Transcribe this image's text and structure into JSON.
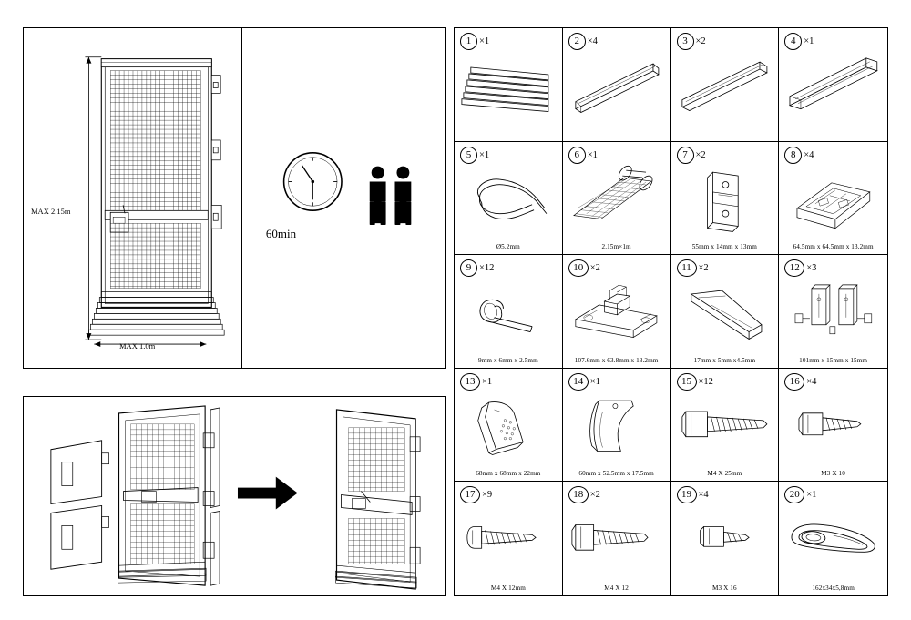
{
  "left": {
    "dimension_panel": {
      "max_height_label": "MAX 2.15m",
      "max_width_label": "MAX 1.0m"
    },
    "time_panel": {
      "duration_label": "60min",
      "people_icon": "two-person-icon",
      "clock_icon": "clock-icon"
    },
    "assembly_panel": {
      "arrow_icon": "right-arrow-icon"
    }
  },
  "parts": [
    {
      "num": "1",
      "qty": "×1",
      "caption": "",
      "art": "slat-stack"
    },
    {
      "num": "2",
      "qty": "×4",
      "caption": "",
      "art": "bar-long"
    },
    {
      "num": "3",
      "qty": "×2",
      "caption": "",
      "art": "angle-bar"
    },
    {
      "num": "4",
      "qty": "×1",
      "caption": "",
      "art": "u-channel"
    },
    {
      "num": "5",
      "qty": "×1",
      "caption": "Ø5.2mm",
      "art": "cable-coil"
    },
    {
      "num": "6",
      "qty": "×1",
      "caption": "2.15m×1m",
      "art": "mesh-roll"
    },
    {
      "num": "7",
      "qty": "×2",
      "caption": "55mm x 14mm x 13mm",
      "art": "latch-plate"
    },
    {
      "num": "8",
      "qty": "×4",
      "caption": "64.5mm x 64.5mm x 13.2mm",
      "art": "bracket-box"
    },
    {
      "num": "9",
      "qty": "×12",
      "caption": "9mm x 6mm x 2.5mm",
      "art": "clip-hook"
    },
    {
      "num": "10",
      "qty": "×2",
      "caption": "107.6mm x 63.8mm x 13.2mm",
      "art": "hinge-plate"
    },
    {
      "num": "11",
      "qty": "×2",
      "caption": "17mm x 5mm x4.5mm",
      "art": "angle-corner"
    },
    {
      "num": "12",
      "qty": "×3",
      "caption": "101mm x 15mm x 15mm",
      "art": "lock-parts"
    },
    {
      "num": "13",
      "qty": "×1",
      "caption": "68mm x 68mm x 22mm",
      "art": "corner-block"
    },
    {
      "num": "14",
      "qty": "×1",
      "caption": "60mm x 52.5mm x 17.5mm",
      "art": "handle-curve"
    },
    {
      "num": "15",
      "qty": "×12",
      "caption": "M4 X 25mm",
      "art": "screw-flat-long"
    },
    {
      "num": "16",
      "qty": "×4",
      "caption": "M3 X 10",
      "art": "screw-short"
    },
    {
      "num": "17",
      "qty": "×9",
      "caption": "M4 X 12mm",
      "art": "screw-pan"
    },
    {
      "num": "18",
      "qty": "×2",
      "caption": "M4 X 12",
      "art": "screw-flat"
    },
    {
      "num": "19",
      "qty": "×4",
      "caption": "M3 X 16",
      "art": "screw-taper"
    },
    {
      "num": "20",
      "qty": "×1",
      "caption": "162x34x5,8mm",
      "art": "wrench-loop"
    }
  ]
}
